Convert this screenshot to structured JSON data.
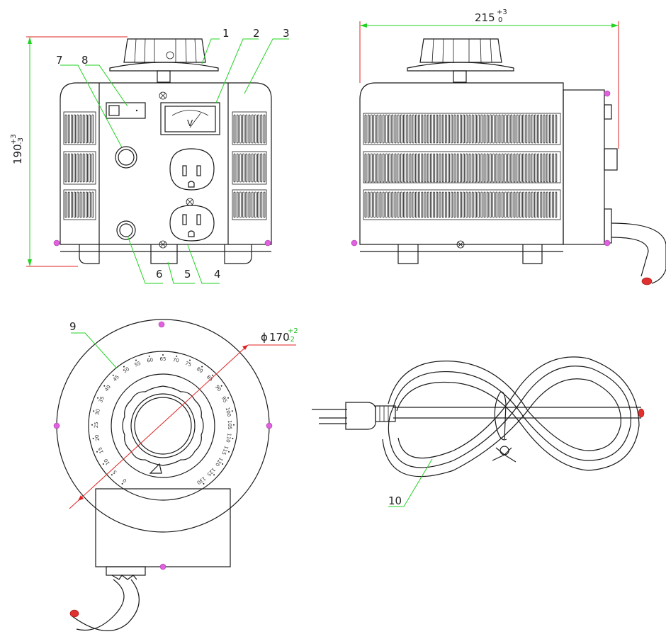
{
  "callouts": {
    "n1": "1",
    "n2": "2",
    "n3": "3",
    "n4": "4",
    "n5": "5",
    "n6": "6",
    "n7": "7",
    "n8": "8",
    "n9": "9",
    "n10": "10"
  },
  "dimensions": {
    "height": {
      "base": "190",
      "upper": "+3",
      "lower": "-3"
    },
    "depth": {
      "base": "215",
      "upper": "+3",
      "lower": "0"
    },
    "diameter": {
      "prefix": "ϕ",
      "base": "170",
      "upper": "+2",
      "lower": "-2"
    }
  },
  "meter_label": "V",
  "dial_scale": [
    "0",
    "5",
    "10",
    "15",
    "20",
    "25",
    "30",
    "35",
    "40",
    "45",
    "50",
    "55",
    "60",
    "65",
    "70",
    "75",
    "80",
    "85",
    "90",
    "95",
    "100",
    "105",
    "110",
    "115",
    "120",
    "125",
    "130"
  ],
  "colors": {
    "dimension": "#22d322",
    "extent": "#e02020",
    "screw": "#e060e0"
  }
}
